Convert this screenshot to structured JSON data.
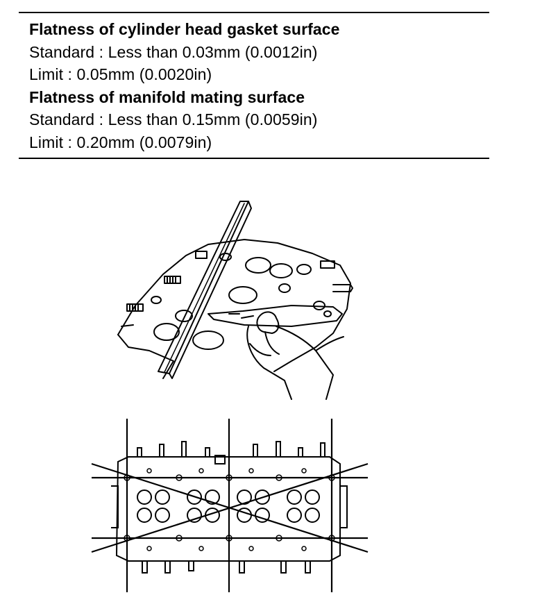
{
  "spec": {
    "gasket_surface": {
      "heading": "Flatness of cylinder head gasket surface",
      "standard": "Standard :  Less than 0.03mm (0.0012in)",
      "limit": "Limit :  0.05mm (0.0020in)"
    },
    "manifold_surface": {
      "heading": "Flatness of manifold mating surface",
      "standard": "Standard :  Less than 0.15mm (0.0059in)",
      "limit": "Limit :  0.20mm (0.0079in)"
    }
  },
  "figures": {
    "measurement_illustration": "straightedge-and-feeler-gauge",
    "measurement_pattern": "cylinder-head-check-lines"
  },
  "colors": {
    "ink": "#000000",
    "paper": "#ffffff"
  }
}
